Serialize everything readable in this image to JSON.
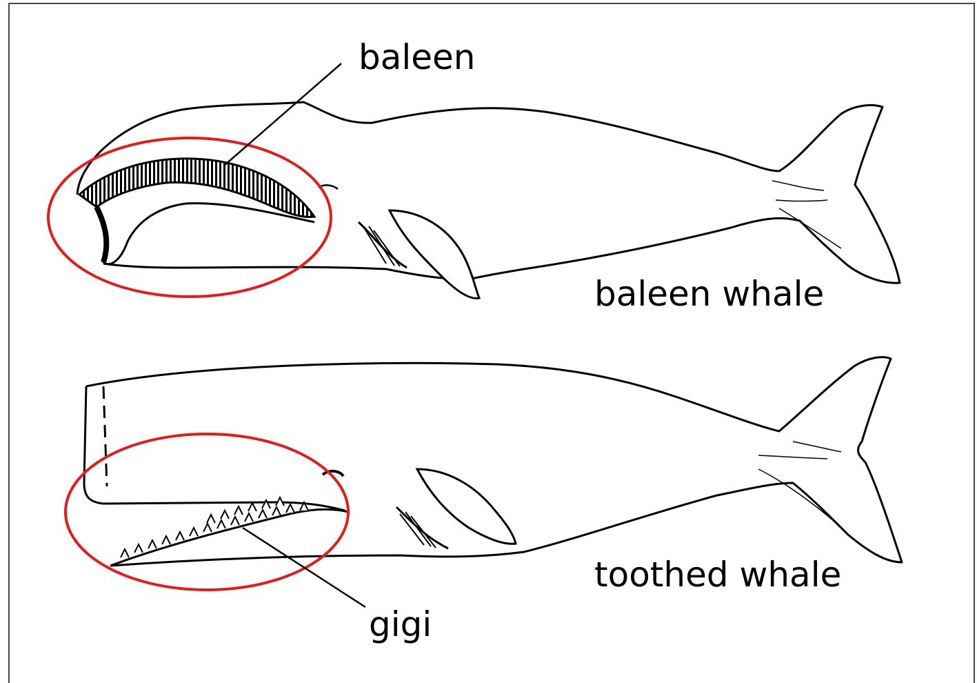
{
  "labels": {
    "baleen": "baleen",
    "baleen_whale": "baleen whale",
    "toothed_whale": "toothed whale",
    "gigi": "gigi"
  },
  "colors": {
    "outline": "#000000",
    "highlight_circle": "#e31b1b",
    "frame": "#3a4a5a"
  }
}
